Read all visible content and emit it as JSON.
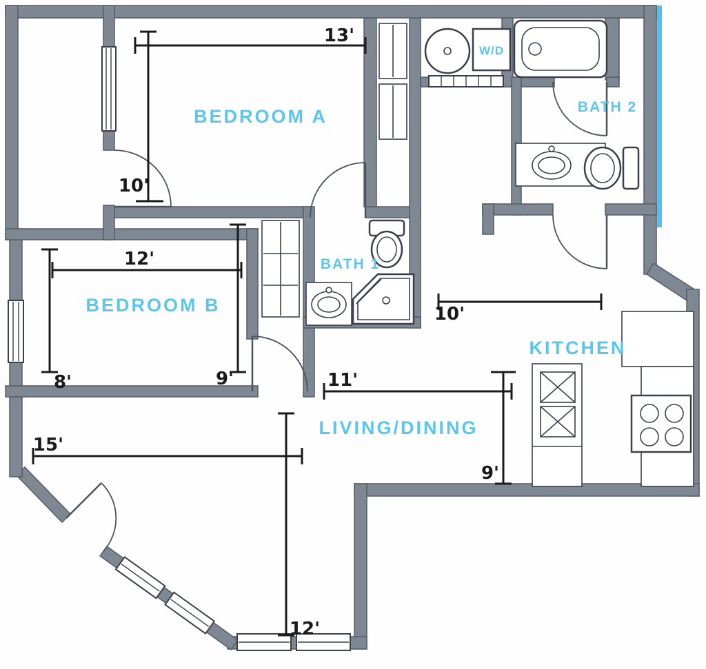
{
  "plan": {
    "rooms": {
      "bedroom_a": "BEDROOM A",
      "bedroom_b": "BEDROOM B",
      "bath_1": "BATH 1",
      "bath_2": "BATH 2",
      "kitchen": "KITCHEN",
      "living_dining": "LIVING/DINING",
      "washer_dryer": "W/D"
    },
    "dimensions": {
      "bedroom_a_width": "13'",
      "bedroom_a_depth": "10'",
      "bedroom_b_width": "12'",
      "bedroom_b_left_depth": "8'",
      "bedroom_b_right_depth": "9'",
      "kitchen_hall_width": "10'",
      "living_width": "11'",
      "living_depth": "9'",
      "living_lower_width": "15'",
      "living_lower_depth": "12'"
    },
    "colors": {
      "wall": "#7f8792",
      "wall_outline": "#545c68",
      "label": "#5bc6ec",
      "dimension": "#1a1a1a",
      "background": "#fefefe",
      "accent": "#35b5e8"
    }
  }
}
